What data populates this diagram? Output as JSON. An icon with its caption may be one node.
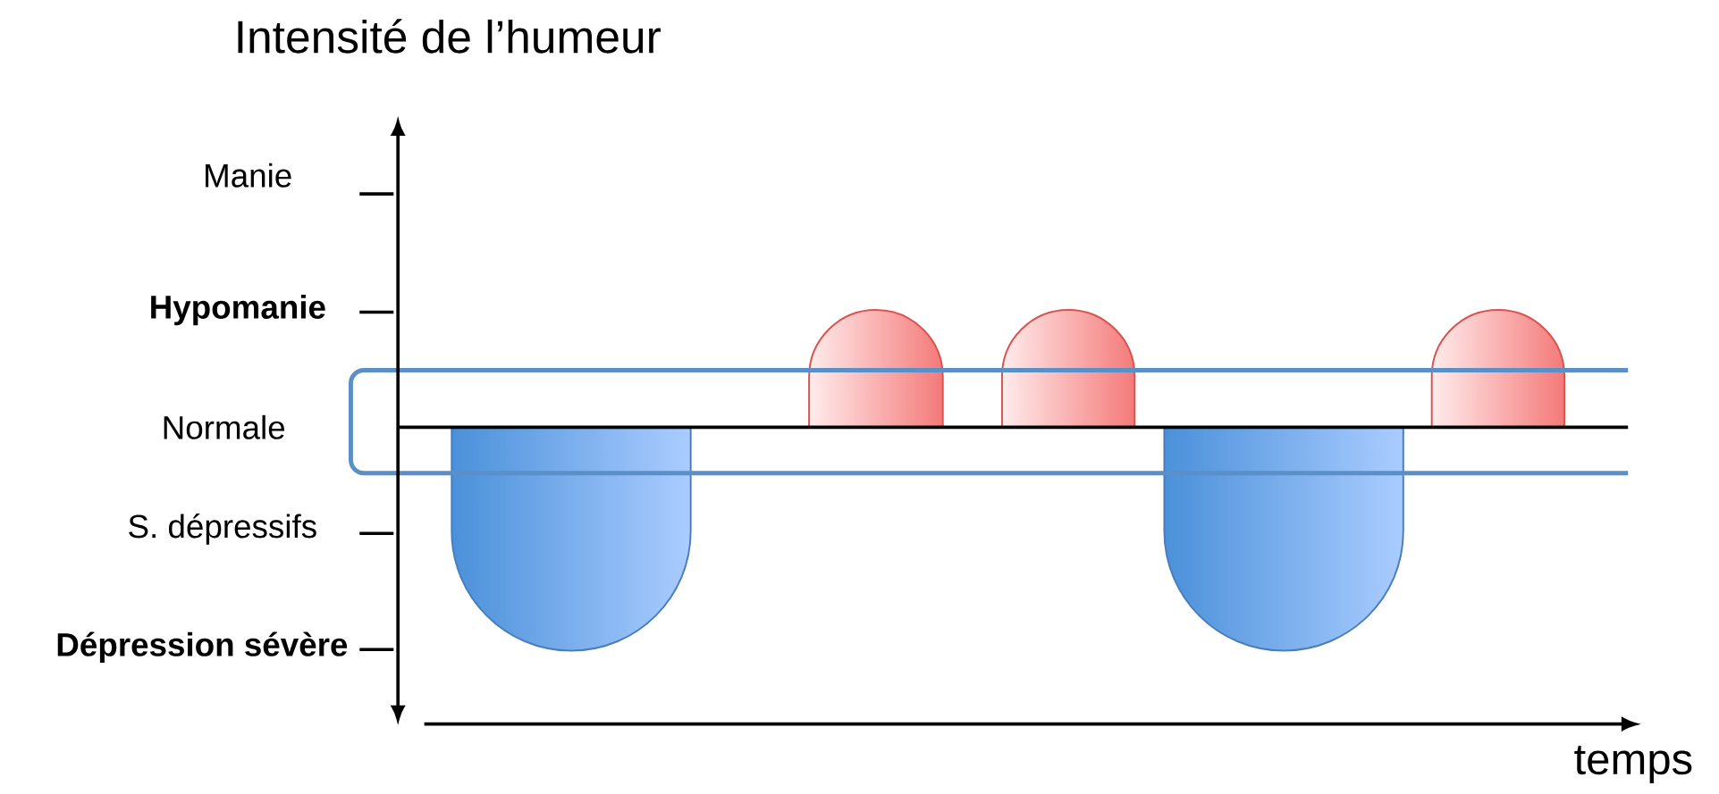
{
  "diagram": {
    "title": "Intensité de l’humeur",
    "labels": [
      "Manie",
      "Hypomanie",
      "Normale",
      "S. dépressifs",
      "Dépression sévère",
      "temps"
    ]
  }
}
